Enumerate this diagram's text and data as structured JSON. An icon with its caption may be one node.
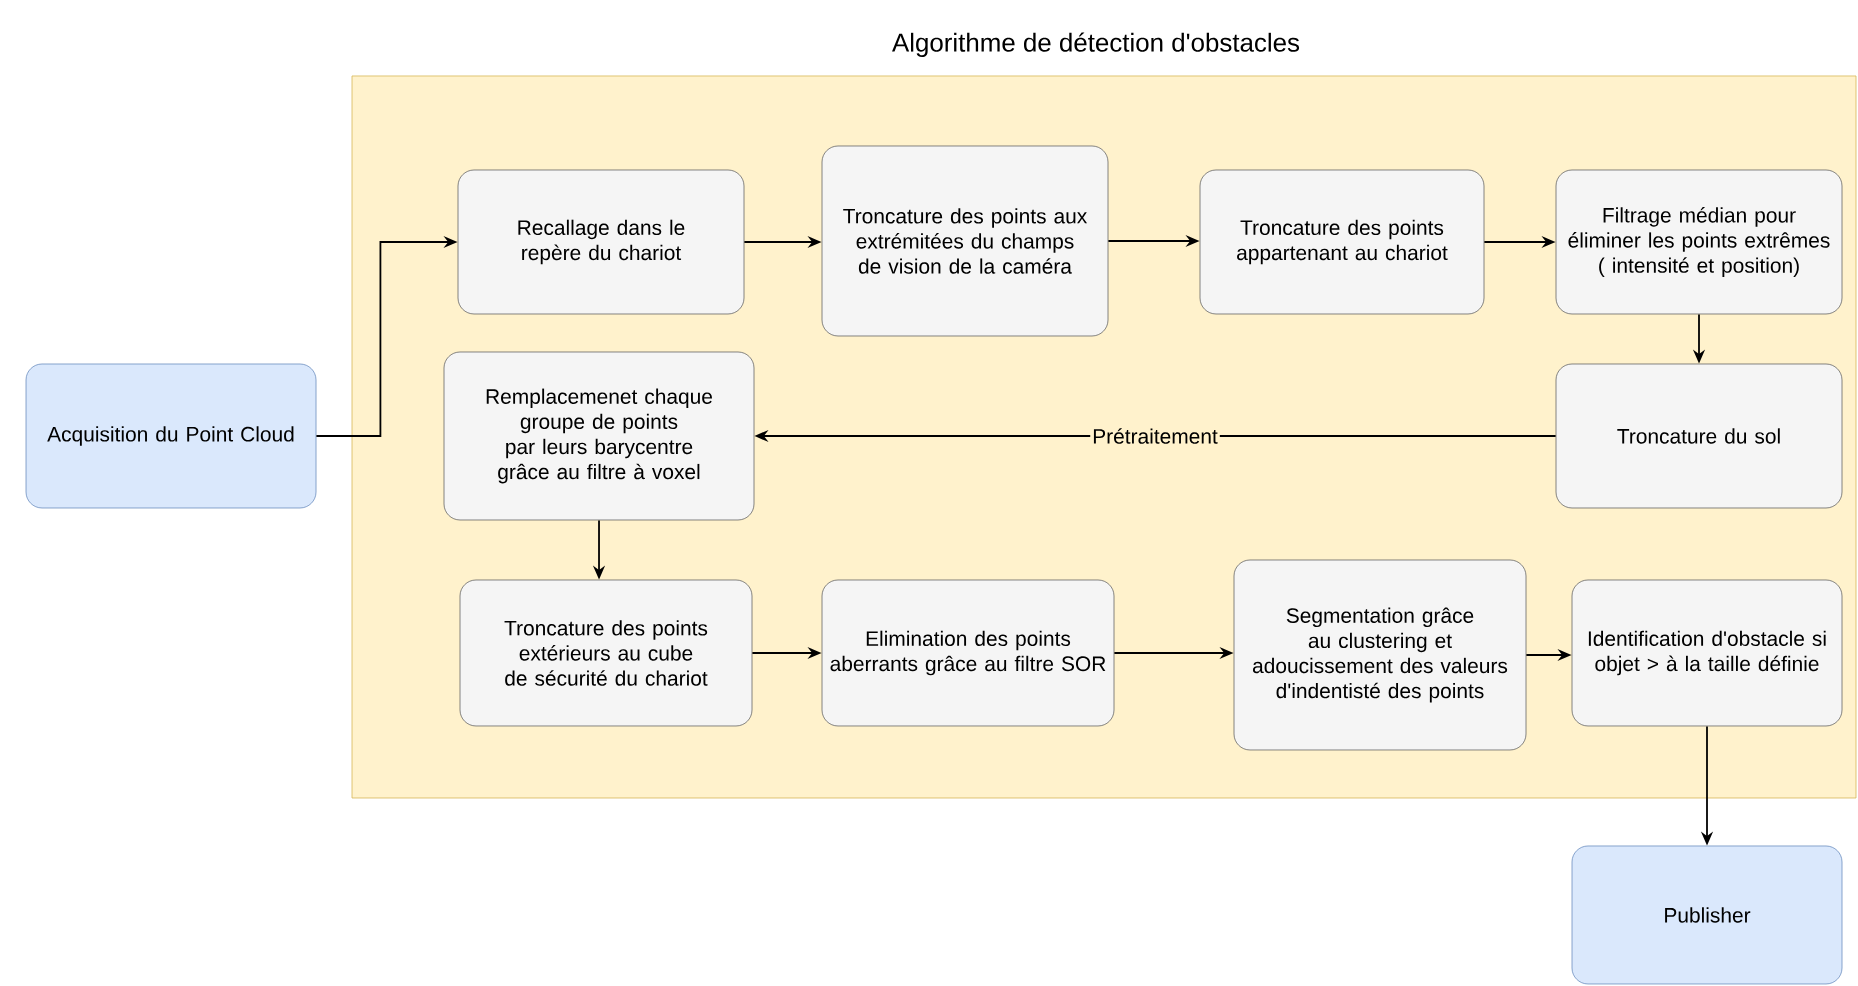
{
  "diagram": {
    "nodes": [
      {
        "text": [
          "Algorithme de détection d'obstacles"
        ]
      },
      {
        "text": [
          "Acquisition du Point Cloud"
        ]
      },
      {
        "text": [
          "Recallage dans le repère du chariot"
        ],
        "in": 0
      },
      {
        "text": [
          "Troncature des points aux extrémitées du champs de vision de la caméra"
        ],
        "in": 0
      },
      {
        "text": [
          "Troncature des points appartenant au chariot"
        ],
        "in": 0
      },
      {
        "text": [
          "Filtrage médian pour éliminer les points extrêmes ( intensité et position)"
        ],
        "in": 0
      },
      {
        "text": [
          "Troncature du sol"
        ],
        "in": 0
      },
      {
        "text": [
          "Remplacemenet chaque groupe de points par leurs barycentre grâce au filtre à voxel"
        ],
        "in": 0
      },
      {
        "text": [
          "Troncature des points extérieurs au cube de sécurité du chariot"
        ],
        "in": 0
      },
      {
        "text": [
          "Elimination des points aberrants grâce au filtre SOR"
        ],
        "in": 0
      },
      {
        "text": [
          "Segmentation grâce au clustering et adoucissement des valeurs d'indentisté des points"
        ],
        "in": 0
      },
      {
        "text": [
          "Identification d'obstacle si objet > à la taille définie"
        ],
        "in": 0
      },
      {
        "text": [
          "Publisher"
        ]
      }
    ],
    "edges": [
      {
        "from": 1,
        "to": 2,
        "arrow": "to"
      },
      {
        "from": 2,
        "to": 3,
        "arrow": "to"
      },
      {
        "from": 3,
        "to": 4,
        "arrow": "to"
      },
      {
        "from": 4,
        "to": 5,
        "arrow": "to"
      },
      {
        "from": 5,
        "to": 6,
        "arrow": "to"
      },
      {
        "from": 6,
        "to": 7,
        "arrow": "to",
        "label": "Prétraitement"
      },
      {
        "from": 7,
        "to": 8,
        "arrow": "to"
      },
      {
        "from": 8,
        "to": 9,
        "arrow": "to"
      },
      {
        "from": 9,
        "to": 10,
        "arrow": "to"
      },
      {
        "from": 10,
        "to": 11,
        "arrow": "to"
      },
      {
        "from": 11,
        "to": 12,
        "arrow": "to"
      }
    ]
  }
}
